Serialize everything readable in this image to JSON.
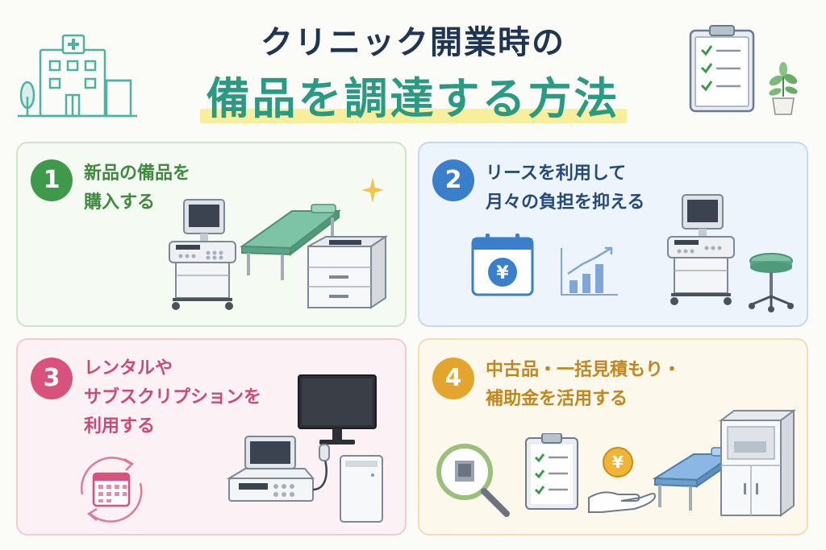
{
  "title": {
    "line1": "クリニック開業時の",
    "line2": "備品を調達する方法"
  },
  "cards": [
    {
      "number": "1",
      "lines": [
        "新品の備品を",
        "購入する"
      ],
      "accent": "#3e9a4a"
    },
    {
      "number": "2",
      "lines": [
        "リースを利用して",
        "月々の負担を抑える"
      ],
      "accent": "#3a7fca"
    },
    {
      "number": "3",
      "lines": [
        "レンタルや",
        "サブスクリプションを",
        "利用する"
      ],
      "accent": "#d8527d"
    },
    {
      "number": "4",
      "lines": [
        "中古品・一括見積もり・",
        "補助金を活用する"
      ],
      "accent": "#e3a52b"
    }
  ],
  "icons": {
    "yen_symbol": "¥"
  },
  "colors": {
    "title_dark": "#1f3552",
    "title_green": "#2a9a82",
    "highlight": "#f7ef9e"
  }
}
